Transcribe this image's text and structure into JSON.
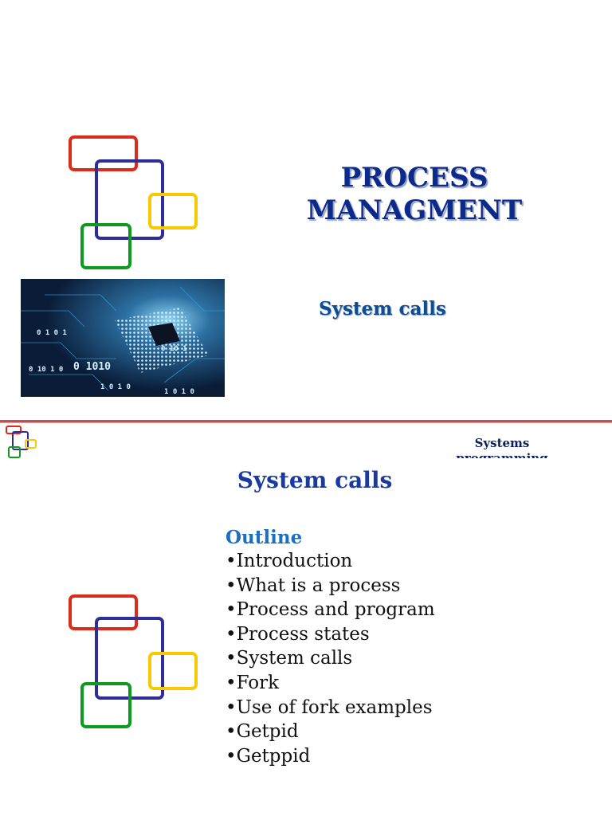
{
  "slide1": {
    "title": "PROCESS MANAGMENT",
    "subtitle": "System calls",
    "image": {
      "icon": "cpu-chip-photo",
      "binary_text": [
        "0 10 1 0",
        "0 1010",
        "0 10 1",
        "1 0 1 0",
        "1 0 1 0",
        "0 1 0 1"
      ]
    }
  },
  "slide2": {
    "header_label": "Systems programming",
    "title": "System calls",
    "outline_title": "Outline",
    "outline_items": [
      "•Introduction",
      "•What is a process",
      "•Process and program",
      "•Process states",
      "•System calls",
      "•Fork",
      "•Use of fork examples",
      "•Getpid",
      "•Getppid"
    ]
  },
  "colors": {
    "logo_red": "#dd2a1b",
    "logo_blue": "#2e2e9a",
    "logo_yellow": "#f7c900",
    "logo_green": "#0d9a1f",
    "divider": "#c0504d"
  }
}
